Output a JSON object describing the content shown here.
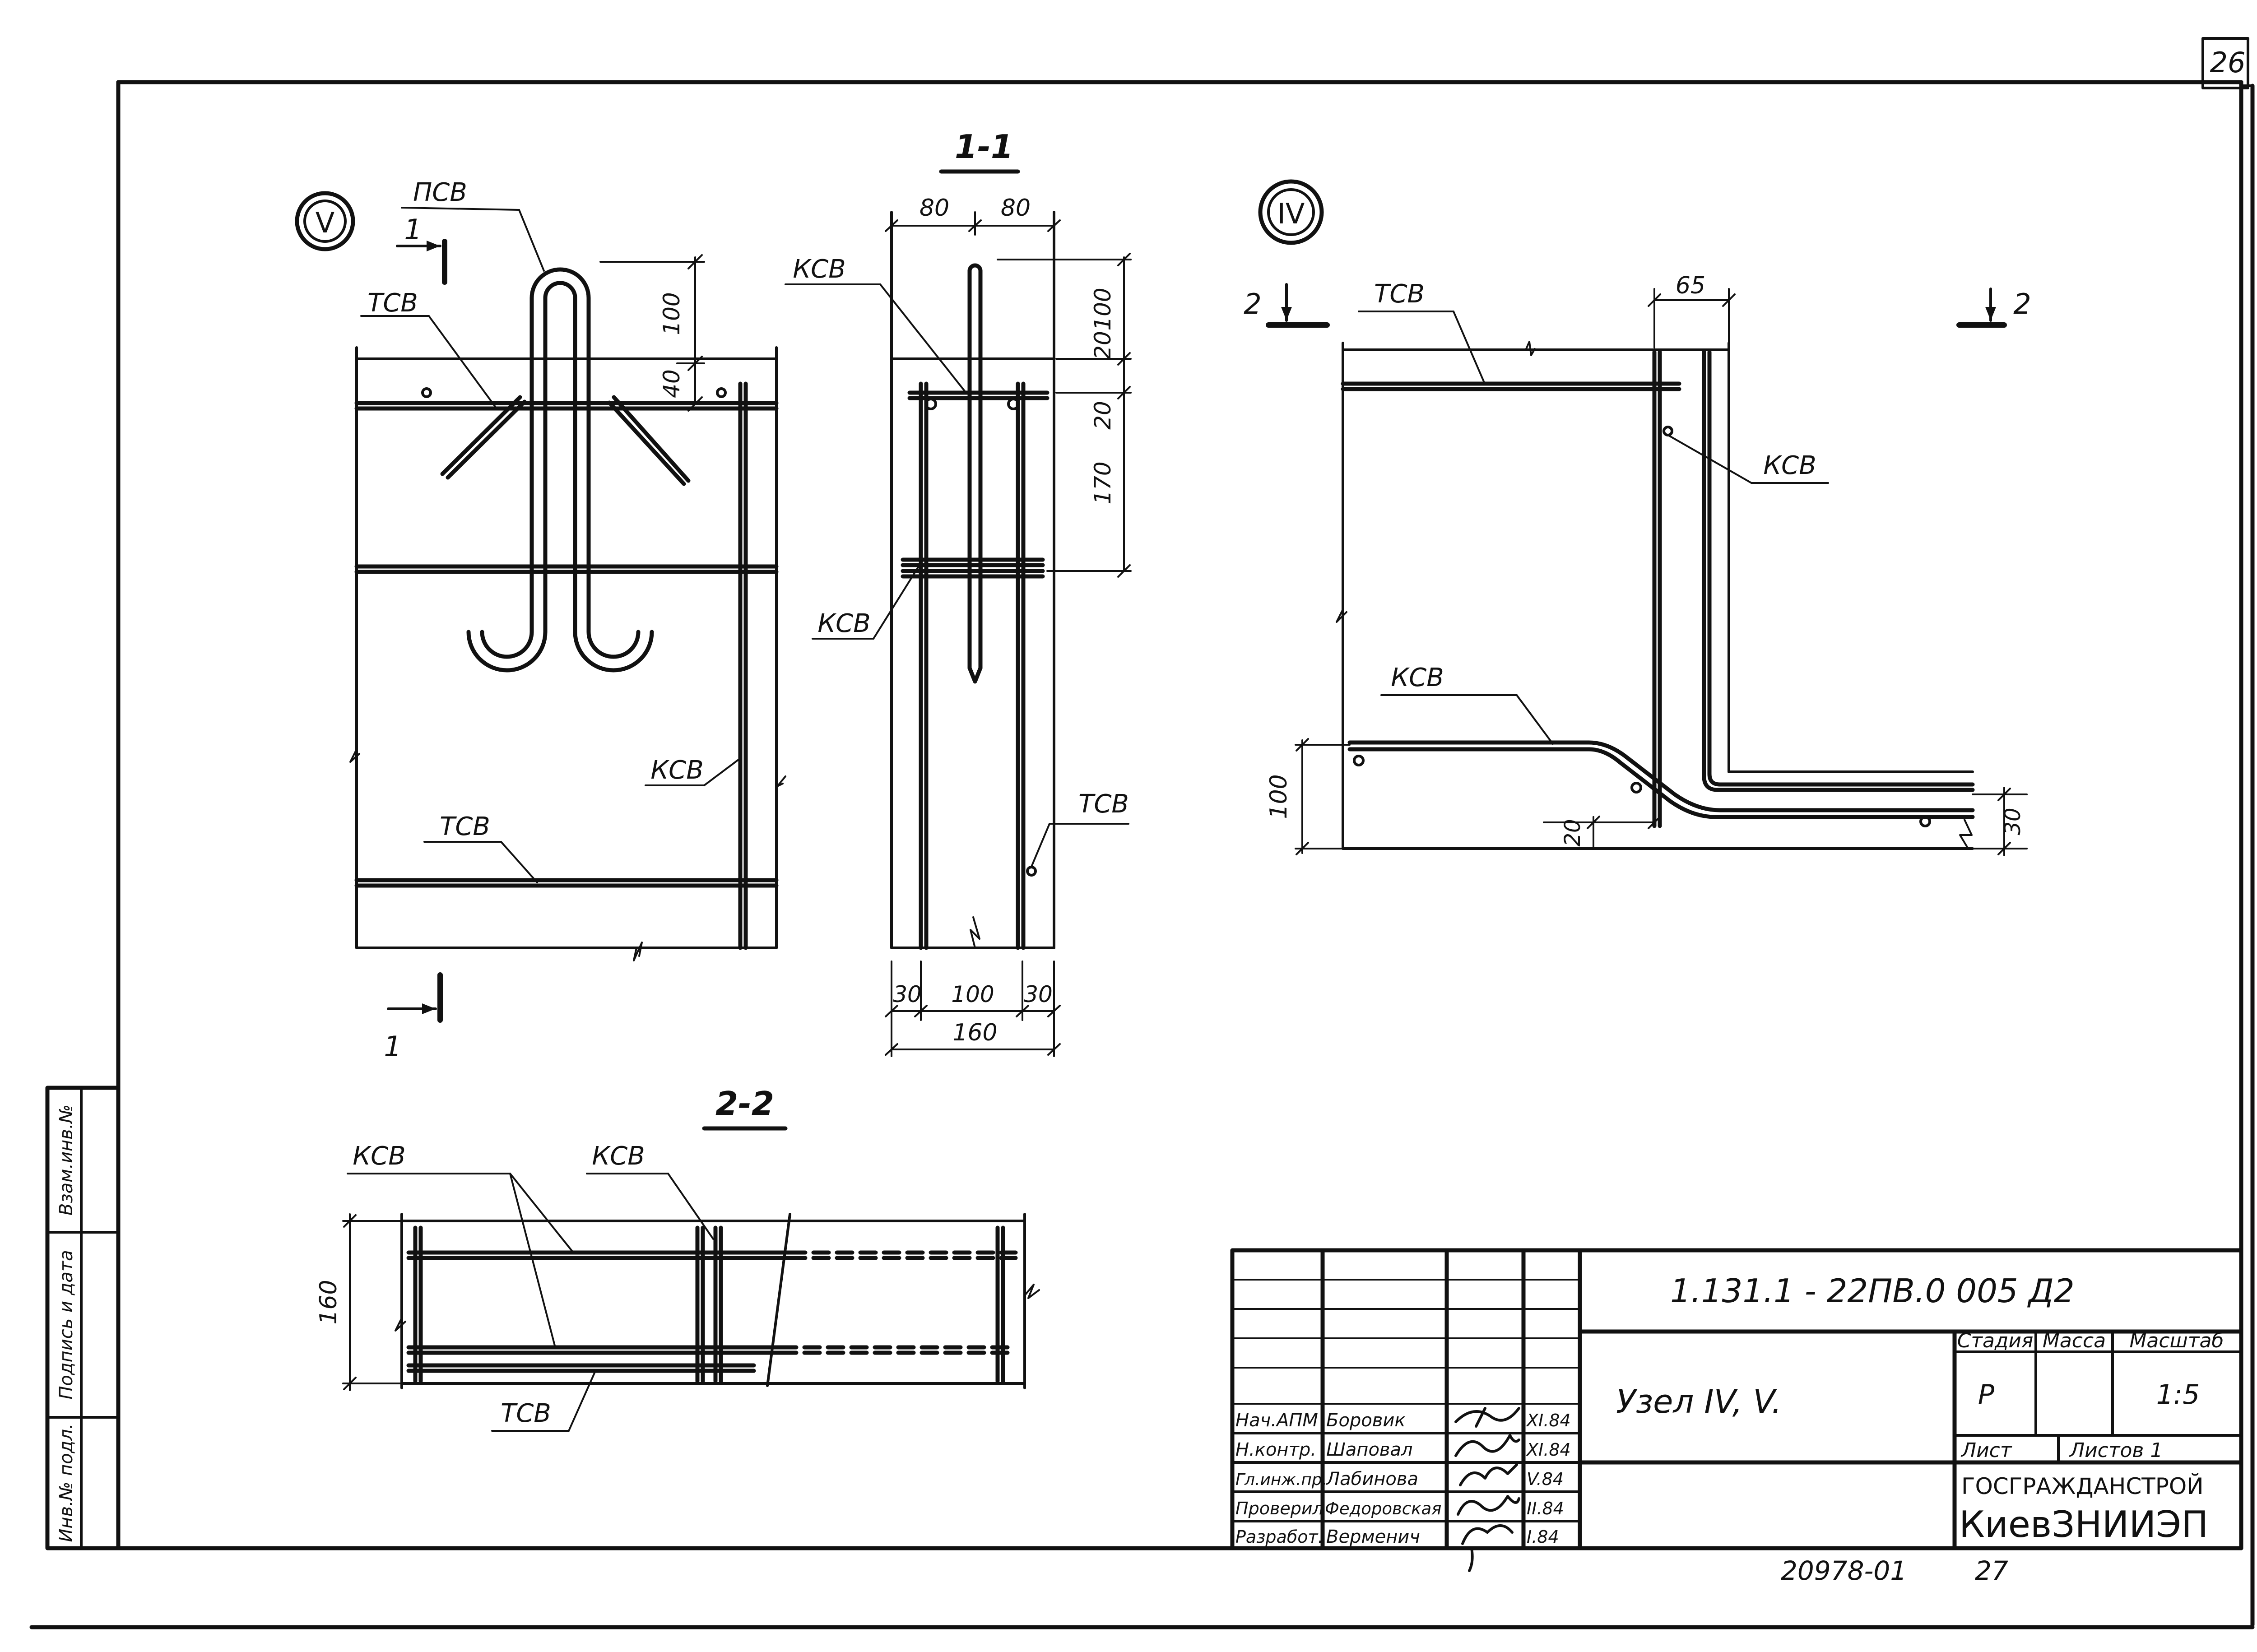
{
  "sheet": {
    "page_number": "26"
  },
  "view_v": {
    "marker": "V",
    "labels": {
      "psv": "ПСВ",
      "tsv_top": "ТСВ",
      "tsv_bottom": "ТСВ",
      "ksv": "КСВ"
    },
    "section_mark": "1",
    "dims": [
      "100",
      "40"
    ]
  },
  "section_1_1": {
    "title": "1-1",
    "labels": {
      "ksv_top": "КСВ",
      "ksv_mid": "КСВ",
      "tsv": "ТСВ"
    },
    "dims_top": [
      "80",
      "80"
    ],
    "dims_right": [
      "100",
      "20",
      "20",
      "170"
    ],
    "dims_bottom": [
      "30",
      "100",
      "30"
    ],
    "dim_total": "160"
  },
  "view_iv": {
    "marker": "IV",
    "section_mark": "2",
    "labels": {
      "tsv": "ТСВ",
      "ksv_right": "КСВ",
      "ksv_bottom": "КСВ"
    },
    "dims": {
      "top": "65",
      "left": "100",
      "small": "20",
      "right": "30"
    }
  },
  "section_2_2": {
    "title": "2-2",
    "labels": {
      "ksv_left": "КСВ",
      "ksv_right": "КСВ",
      "tsv": "ТСВ"
    },
    "dim_height": "160"
  },
  "side_stamp": {
    "cells": [
      "Взам.инв.№",
      "Подпись и дата",
      "Инв.№ подл."
    ]
  },
  "title_block": {
    "doc_code": "1.131.1 - 22ПВ.0 005 Д2",
    "title": "Узел IV, V.",
    "headers": {
      "stage": "Стадия",
      "mass": "Масса",
      "scale": "Масштаб"
    },
    "values": {
      "stage": "Р",
      "scale": "1:5"
    },
    "sheet_label": "Лист",
    "sheets_label": "Листов 1",
    "org_line1": "ГОСГРАЖДАНСТРОЙ",
    "org_line2": "КиевЗНИИЭП",
    "roles": [
      {
        "role": "Нач.АПМ",
        "name": "Боровик",
        "date": "XI.84"
      },
      {
        "role": "Н.контр.",
        "name": "Шаповал",
        "date": "XI.84"
      },
      {
        "role": "Гл.инж.пр.",
        "name": "Лабинова",
        "date": "V.84"
      },
      {
        "role": "Проверил",
        "name": "Федоровская",
        "date": "II.84"
      },
      {
        "role": "Разработ.",
        "name": "Верменич",
        "date": "I.84"
      }
    ]
  },
  "footer": {
    "archive_no": "20978-01",
    "page": "27"
  }
}
